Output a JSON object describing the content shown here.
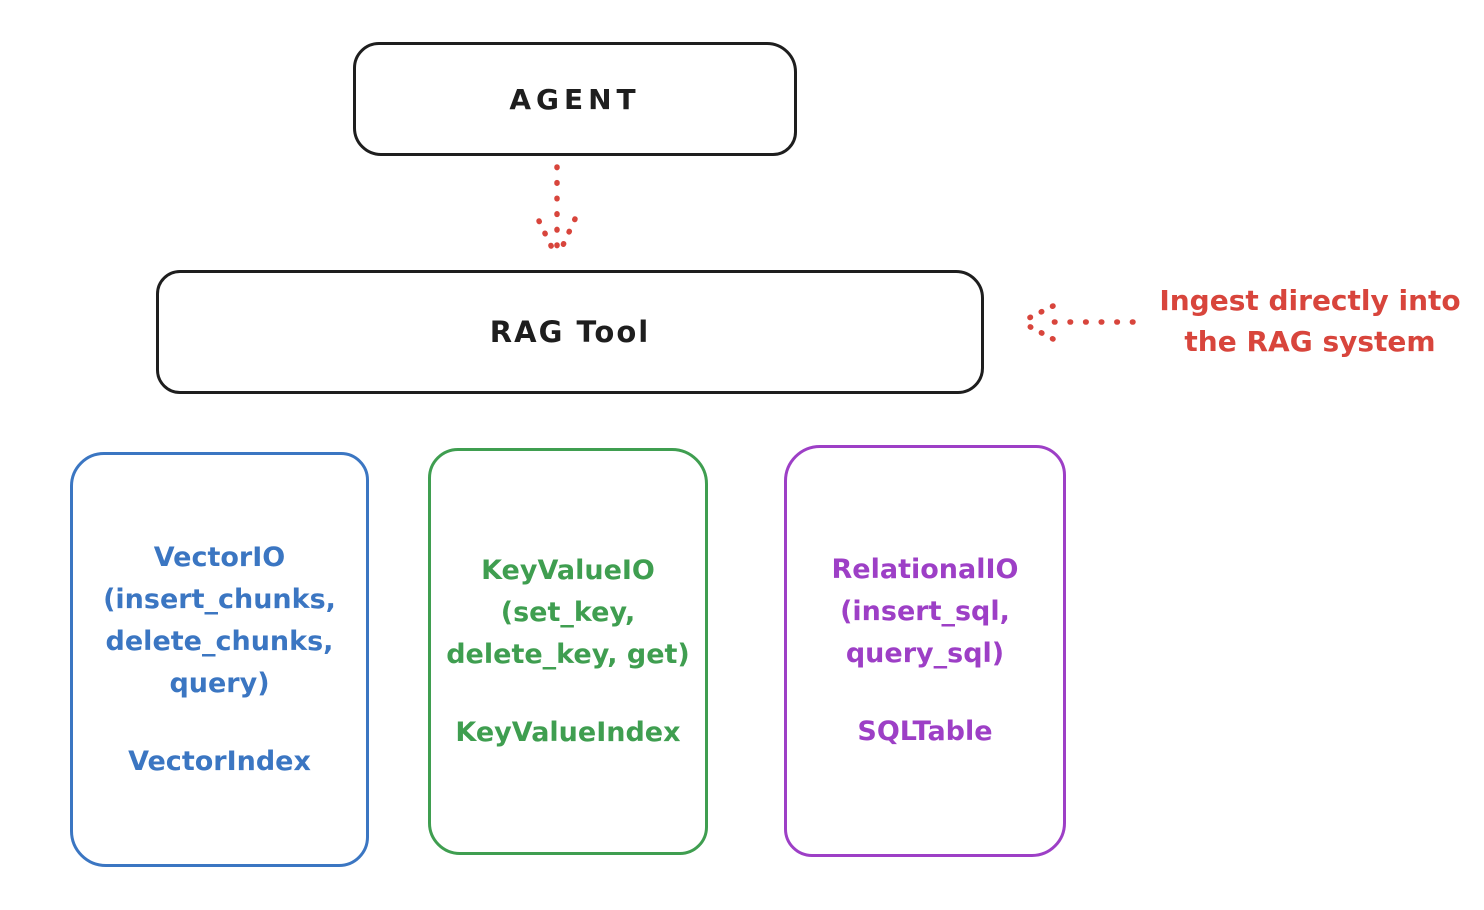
{
  "diagram": {
    "title_hint": "RAG Tool architecture sketch",
    "colors": {
      "stroke_black": "#1e1e1e",
      "arrow_red": "#d8453c",
      "vector_blue": "#3b76c2",
      "keyvalue_green": "#3f9e50",
      "relational_purple": "#9d3fc6",
      "background": "#ffffff"
    },
    "nodes": {
      "agent": {
        "label": "AGENT"
      },
      "rag_tool": {
        "label": "RAG Tool"
      },
      "vector": {
        "lines": [
          "VectorIO",
          "(insert_chunks,",
          "delete_chunks,",
          "query)"
        ],
        "index_label": "VectorIndex"
      },
      "keyvalue": {
        "lines": [
          "KeyValueIO",
          "(set_key,",
          "delete_key, get)"
        ],
        "index_label": "KeyValueIndex"
      },
      "relational": {
        "lines": [
          "RelationalIO",
          "(insert_sql,",
          "query_sql)"
        ],
        "index_label": "SQLTable"
      }
    },
    "annotation": {
      "text": "Ingest directly into\nthe RAG system"
    },
    "arrows": [
      {
        "name": "agent-to-rag-tool",
        "style": "dotted",
        "color": "#d8453c",
        "direction": "down"
      },
      {
        "name": "ingest-into-rag-tool",
        "style": "dotted",
        "color": "#d8453c",
        "direction": "left"
      }
    ]
  }
}
